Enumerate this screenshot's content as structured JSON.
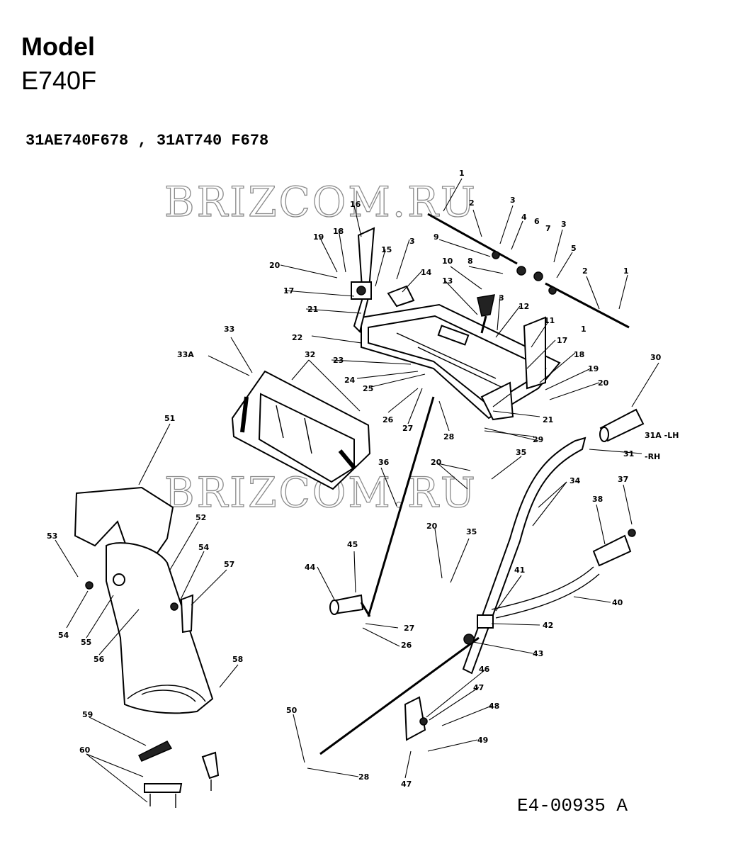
{
  "header": {
    "title": "Model",
    "model": "E740F",
    "part_numbers": "31AE740F678 , 31AT740 F678"
  },
  "watermark": "BRIZCOM.RU",
  "diagram_code": "E4-00935 A",
  "callouts": [
    "1",
    "2",
    "3",
    "4",
    "5",
    "6",
    "7",
    "8",
    "9",
    "10",
    "11",
    "12",
    "13",
    "14",
    "15",
    "16",
    "17",
    "18",
    "19",
    "20",
    "21",
    "22",
    "23",
    "24",
    "25",
    "26",
    "27",
    "28",
    "29",
    "30",
    "31",
    "31A -LH",
    "-RH",
    "32",
    "33",
    "33A",
    "34",
    "35",
    "36",
    "37",
    "38",
    "40",
    "41",
    "42",
    "43",
    "46",
    "47",
    "48",
    "49",
    "50",
    "51",
    "52",
    "53",
    "54",
    "55",
    "56",
    "57",
    "58",
    "59",
    "60"
  ]
}
